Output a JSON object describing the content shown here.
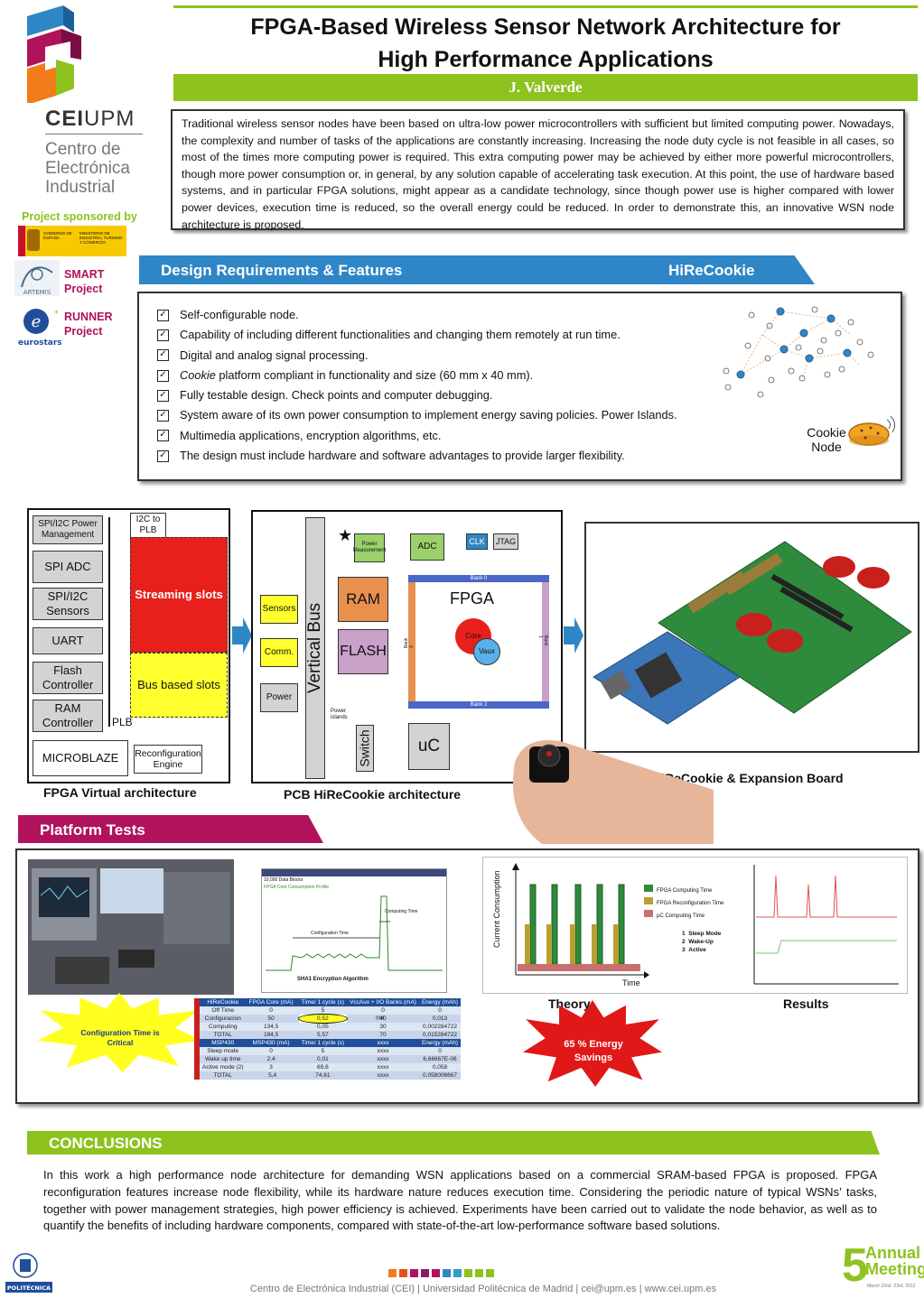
{
  "header": {
    "title_line1": "FPGA-Based Wireless Sensor Network Architecture for",
    "title_line2": "High Performance Applications",
    "author": "J. Valverde"
  },
  "abstract": "Traditional wireless sensor nodes have been based on ultra-low power microcontrollers with sufficient but limited computing power. Nowadays, the complexity and number of tasks of the applications are constantly increasing. Increasing the node duty cycle is not feasible in all cases, so most of the times more computing power is required. This extra computing power may be achieved by either more powerful microcontrollers, though more power consumption or, in general, by any solution capable of accelerating task execution. At this point, the use of hardware based systems, and in particular FPGA solutions, might appear as a candidate technology, since though power use is higher compared with lower power devices, execution time is reduced, so the overall energy could be reduced. In order to demonstrate this, an innovative WSN node architecture is proposed.",
  "sidebar": {
    "logo_bold": "CEI",
    "logo_light": "UPM",
    "logo_sub1": "Centro de",
    "logo_sub2": "Electrónica",
    "logo_sub3": "Industrial",
    "sponsored": "Project  sponsored  by",
    "ministry1": "GOBIERNO DE ESPAÑA",
    "ministry2": "MINISTERIO DE INDUSTRIA, TURISMO Y COMERCIO",
    "smart1": "SMART",
    "smart2": "Project",
    "artemis": "ARTEMIS",
    "runner1": "RUNNER",
    "runner2": "Project",
    "eurostars": "eurostars"
  },
  "requirements": {
    "title": "Design Requirements & Features",
    "right_title": "HiReCookie",
    "items": [
      {
        "em": "",
        "text": "Self-configurable node."
      },
      {
        "em": "",
        "text": "Capability of including different functionalities and changing them remotely at run time."
      },
      {
        "em": "",
        "text": "Digital and analog signal processing."
      },
      {
        "em": "Cookie",
        "text": " platform compliant in functionality and size (60 mm x 40 mm)."
      },
      {
        "em": "",
        "text": "Fully testable design. Check points and computer debugging."
      },
      {
        "em": "",
        "text": "System aware of its own power consumption to implement energy saving policies. Power Islands."
      },
      {
        "em": "",
        "text": "Multimedia applications, encryption algorithms, etc."
      },
      {
        "em": "",
        "text": "The design must include hardware and software advantages to provide larger flexibility."
      }
    ],
    "cookie_label1": "Cookie",
    "cookie_label2": "Node"
  },
  "fpga_virtual": {
    "caption": "FPGA  Virtual architecture",
    "left_boxes": [
      "SPI/I2C Power Management",
      "SPI ADC",
      "SPI/I2C Sensors",
      "UART",
      "Flash Controller",
      "RAM Controller"
    ],
    "i2c_plb": "I2C to PLB",
    "streaming": "Streaming slots",
    "bus_based": "Bus based slots",
    "plb": "PLB",
    "microblaze": "MICROBLAZE",
    "reconfig": "Reconfiguration Engine"
  },
  "pcb": {
    "caption": "PCB HiReCookie architecture",
    "vertical_bus": "Vertical Bus",
    "power_meas": "Power Measurement",
    "adc": "ADC",
    "clk": "CLK",
    "jtag": "JTAG",
    "ram": "RAM",
    "flash": "FLASH",
    "sensors": "Sensors",
    "comm": "Comm.",
    "power": "Power",
    "fpga": "FPGA",
    "bank0": "Bank 0",
    "bank1": "Bank 1",
    "bank2": "Bank 2",
    "bank3": "Bank 3",
    "core": "Core",
    "vaux": "Vaux",
    "power_islands": "Power islands",
    "switch": "Switch",
    "uc": "uC"
  },
  "board_caption": "HiReCookie & Expansion Board",
  "tests": {
    "title": "Platform Tests",
    "scope_header": "10,000 Data Blocks",
    "scope_profile": "FPGA Core Consumption Profile",
    "scope_computing": "Computing Time",
    "scope_config": "Configuration Time",
    "scope_caption": "SHA1 Encryption Algorithm",
    "theory_ylabel": "Current Consumption",
    "theory_xlabel": "Time",
    "legend": [
      "FPGA Computing Time",
      "FPGA Reconfiguration Time",
      "µC Computing Time"
    ],
    "modes": [
      "Sleep Mode",
      "Wake-Up",
      "Active"
    ],
    "mode_nums": [
      "1",
      "2",
      "3"
    ],
    "theory": "Theory",
    "results": "Results",
    "burst1": "Configuration Time is Critical",
    "burst2": "65 % Energy Savings",
    "marks": "!!!!!"
  },
  "table": {
    "rows": [
      {
        "cls": "h",
        "cells": [
          "HiReCookie",
          "FPGA Core (mA)",
          "Time/ 1 cycle (s)",
          "VccAux + I/O Banks (mA)",
          "Energy (mAh)"
        ]
      },
      {
        "cls": "b",
        "cells": [
          "Off Time",
          "0",
          "5",
          "0",
          "0"
        ]
      },
      {
        "cls": "b2",
        "cells": [
          "Configuracion",
          "50",
          "0,52",
          "40",
          "0,013"
        ]
      },
      {
        "cls": "b",
        "cells": [
          "Computing",
          "134,5",
          "0,05",
          "30",
          "0,002284722"
        ]
      },
      {
        "cls": "b2",
        "cells": [
          "TOTAL",
          "184,5",
          "5,57",
          "70",
          "0,015284722"
        ]
      },
      {
        "cls": "h",
        "cells": [
          "MSP430",
          "MSP430 (mA)",
          "Time/ 1 cycle (s)",
          "xxxx",
          "Energy (mAh)"
        ]
      },
      {
        "cls": "b",
        "cells": [
          "Sleep mode",
          "0",
          "5",
          "xxxx",
          "0"
        ]
      },
      {
        "cls": "b2",
        "cells": [
          "Wake up time",
          "2,4",
          "0,01",
          "xxxx",
          "6,66667E-06"
        ]
      },
      {
        "cls": "b",
        "cells": [
          "Active mode (2)",
          "3",
          "69,6",
          "xxxx",
          "0,058"
        ]
      },
      {
        "cls": "b2",
        "cells": [
          "TOTAL",
          "5,4",
          "74,61",
          "xxxx",
          "0,058006667"
        ]
      }
    ]
  },
  "conclusions": {
    "title": "CONCLUSIONS",
    "text": "In this work a high performance node architecture for demanding WSN applications based on a commercial SRAM-based FPGA is proposed. FPGA reconfiguration features increase node flexibility, while its hardware nature reduces execution time. Considering the periodic nature of typical WSNs’ tasks, together with power management strategies, high power efficiency is achieved. Experiments have been carried out to validate the node behavior, as well as to quantify the benefits of including hardware components, compared with state-of-the-art low-performance software based solutions."
  },
  "footer": {
    "text": "Centro de Electrónica Industrial (CEI) | Universidad Politécnica de Madrid | cei@upm.es | www.cei.upm.es",
    "politecnica": "POLITÉCNICA",
    "annual": "Annual",
    "meeting": "Meeting",
    "dates": "March 22nd -23rd, 2012",
    "five": "5"
  },
  "colors": {
    "green": "#8dc21f",
    "blue": "#2f86c6",
    "magenta": "#b0125c"
  }
}
